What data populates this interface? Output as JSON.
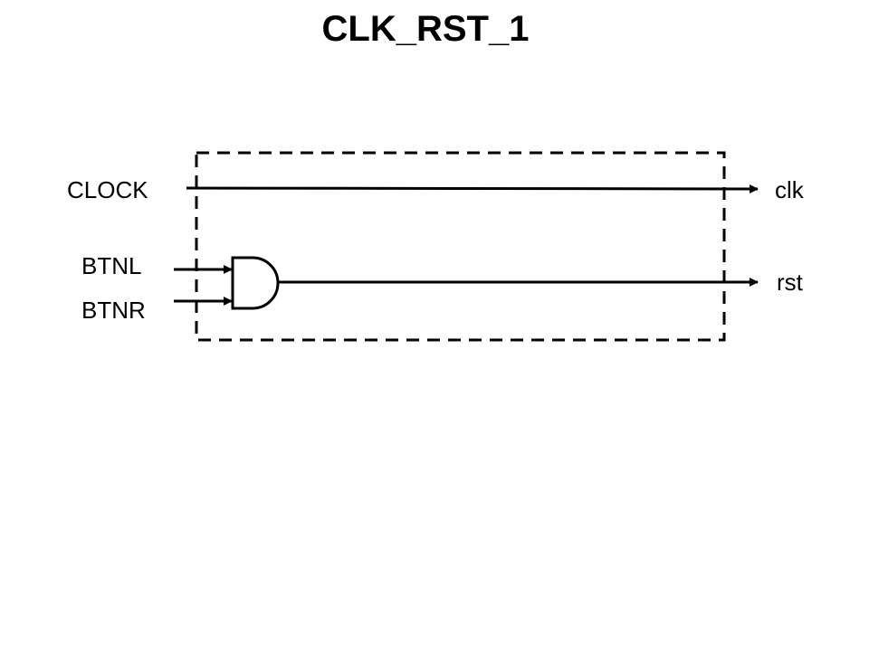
{
  "title": "CLK_RST_1",
  "inputs": {
    "clock": "CLOCK",
    "btnl": "BTNL",
    "btnr": "BTNR"
  },
  "outputs": {
    "clk": "clk",
    "rst": "rst"
  },
  "gate": {
    "type": "AND",
    "icon": "and-gate-icon"
  },
  "colors": {
    "line": "#000000",
    "background": "#ffffff"
  }
}
